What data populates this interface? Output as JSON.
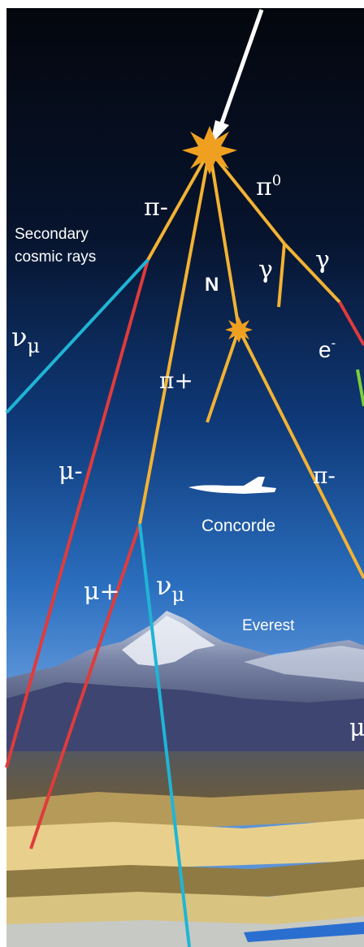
{
  "labels": {
    "secondary_line1": "Secondary",
    "secondary_line2": "cosmic rays",
    "pi_minus_top": "π-",
    "pi_zero": "π",
    "pi_zero_sup": "0",
    "gamma_left": "γ",
    "gamma_right": "γ",
    "nucleon": "N",
    "nu_mu_left": "ν",
    "nu_mu_left_sub": "μ",
    "pi_plus": "π+",
    "electron": "e",
    "electron_sup": "-",
    "mu_minus": "μ-",
    "pi_minus_right": "π-",
    "concorde": "Concorde",
    "mu_plus": "μ+",
    "nu_mu_lower": "ν",
    "nu_mu_lower_sub": "μ",
    "everest": "Everest",
    "mu_right_edge": "μ"
  },
  "colors": {
    "incoming_ray": "#ffffff",
    "pion": "#f2b233",
    "muon": "#e03b3b",
    "neutrino": "#1fb5d6",
    "electron_green": "#7ccf3a",
    "collision_star": "#f0a020"
  },
  "icons": {
    "collision": "starburst-icon",
    "plane": "concorde-silhouette"
  }
}
